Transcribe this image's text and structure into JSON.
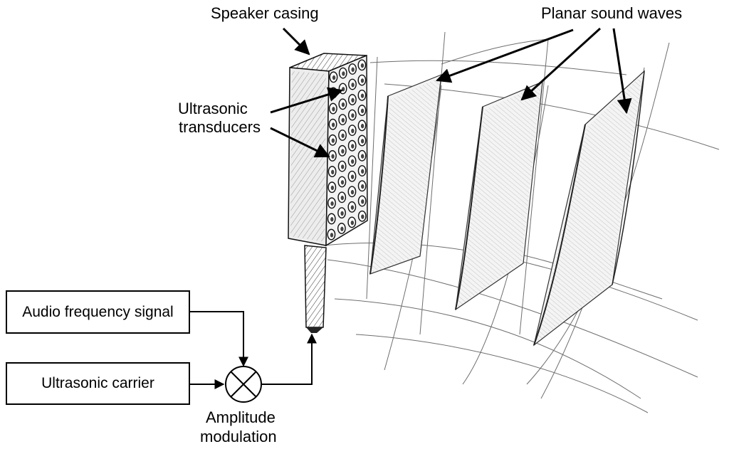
{
  "labels": {
    "speaker_casing": "Speaker casing",
    "planar_sound_waves": "Planar sound waves",
    "ultrasonic": "Ultrasonic",
    "transducers": "transducers",
    "amplitude": "Amplitude",
    "modulation": "modulation"
  },
  "blocks": {
    "audio_signal": "Audio frequency signal",
    "ultrasonic_carrier": "Ultrasonic carrier"
  },
  "colors": {
    "ink": "#000000",
    "sketch": "#2a2a2a",
    "paper": "#ffffff"
  },
  "icons": {
    "modulator": "circle-x-multiplier-icon"
  }
}
